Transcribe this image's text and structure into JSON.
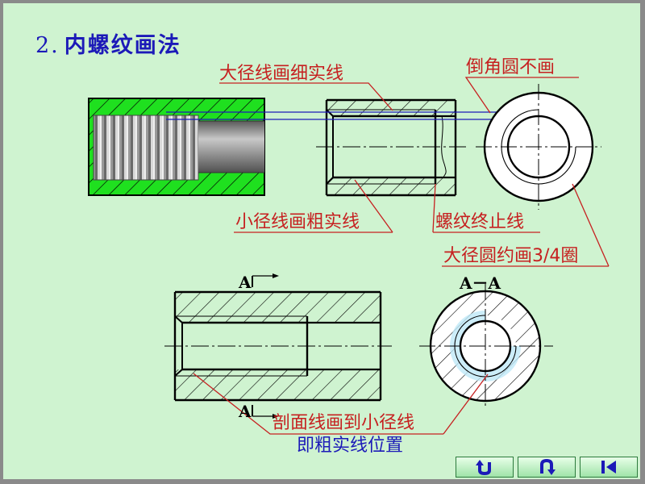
{
  "slide": {
    "title_num": "2.",
    "title_text": "内螺纹画法"
  },
  "labels": {
    "major_thin": "大径线画细实线",
    "no_chamfer_circle": "倒角圆不画",
    "minor_thick": "小径线画粗实线",
    "thread_end": "螺纹终止线",
    "major_circle": "大径圆约画3/4圈",
    "section_mark_top": "A",
    "section_mark_bottom": "A",
    "section_view": "A－A",
    "hatch_to_minor": "剖面线画到小径线",
    "thick_line_pos": "即粗实线位置"
  },
  "nav": {
    "buttons": [
      "return-icon",
      "back-icon",
      "first-page-icon"
    ]
  },
  "colors": {
    "hatch_fill": "#1fe01f",
    "label_red": "#c62020",
    "title_blue": "#1c1ab8",
    "guide_blue": "#1c1ab8",
    "bg": "#cff3d0"
  }
}
